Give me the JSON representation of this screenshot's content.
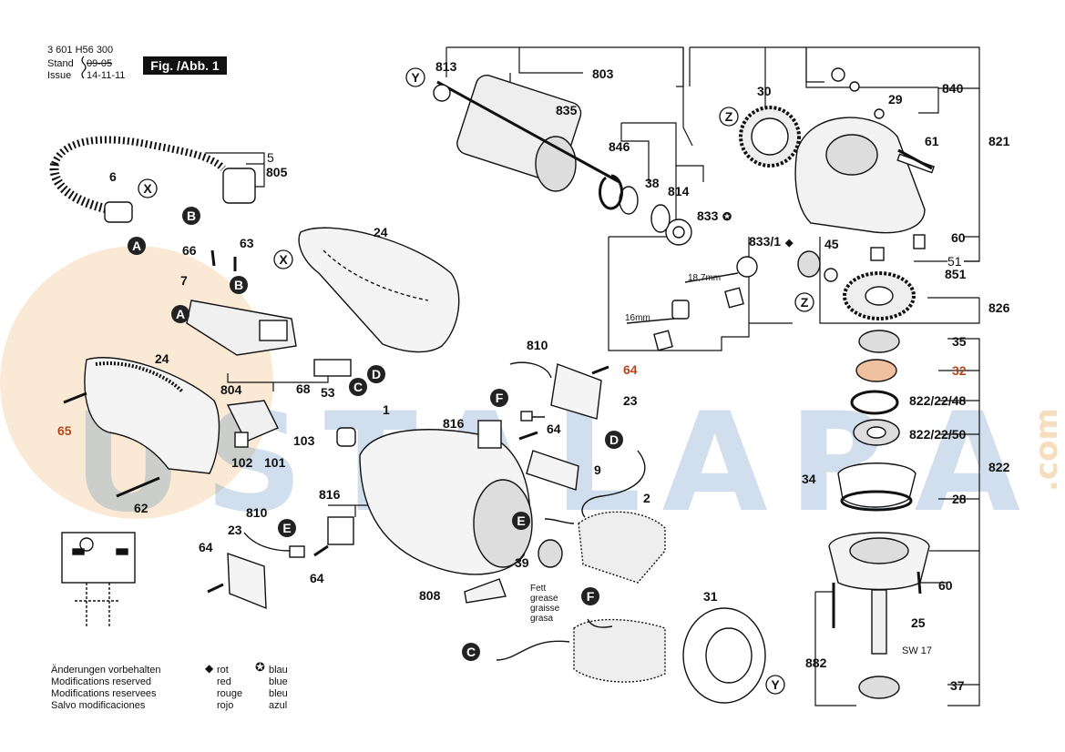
{
  "header": {
    "part_number": "3 601 H56 300",
    "stand_label": "Stand",
    "stand_date": "09-05",
    "issue_label": "Issue",
    "issue_date": "14-11-11",
    "figure": "Fig. /Abb. 1"
  },
  "watermark": {
    "text": "USTALARA",
    "suffix": ".com",
    "color": "#2d6fb0",
    "accent": "#e8a040"
  },
  "callouts": {
    "c813": "813",
    "c803": "803",
    "c835": "835",
    "c30": "30",
    "c840": "840",
    "c29": "29",
    "c61": "61",
    "c821": "821",
    "c846": "846",
    "c38": "38",
    "c814": "814",
    "c833": "833",
    "c833_1": "833/1",
    "c45": "45",
    "c60a": "60",
    "c51": "51",
    "c851": "851",
    "c826": "826",
    "c18_7": "18,7mm",
    "c16": "16mm",
    "c5": "5",
    "c805": "805",
    "c6": "6",
    "c24a": "24",
    "c66": "66",
    "c63": "63",
    "c7": "7",
    "c24b": "24",
    "c804": "804",
    "c68": "68",
    "c53": "53",
    "c65": "65",
    "c102": "102",
    "c101": "101",
    "c62": "62",
    "c810a": "810",
    "c64a": "64",
    "c23a": "23",
    "c816a": "816",
    "c64b": "64",
    "c1": "1",
    "c103": "103",
    "c9": "9",
    "c2": "2",
    "c810b": "810",
    "c816b": "816",
    "c23b": "23",
    "c64c": "64",
    "c64d": "64",
    "c39": "39",
    "c808": "808",
    "c31": "31",
    "c35": "35",
    "c32": "32",
    "c822_48": "822/22/48",
    "c822_50": "822/22/50",
    "c822": "822",
    "c34": "34",
    "c28": "28",
    "c60b": "60",
    "c25": "25",
    "sw17": "SW 17",
    "c882": "882",
    "c37": "37"
  },
  "letters": [
    "A",
    "B",
    "C",
    "D",
    "E",
    "F",
    "X",
    "Y",
    "Z"
  ],
  "grease": [
    "Fett",
    "grease",
    "graisse",
    "grasa"
  ],
  "footer": {
    "changes": [
      "Änderungen vorbehalten",
      "Modifications reserved",
      "Modifications reservees",
      "Salvo modificaciones"
    ],
    "red": [
      "rot",
      "red",
      "rouge",
      "rojo"
    ],
    "blue": [
      "blau",
      "blue",
      "bleu",
      "azul"
    ]
  }
}
